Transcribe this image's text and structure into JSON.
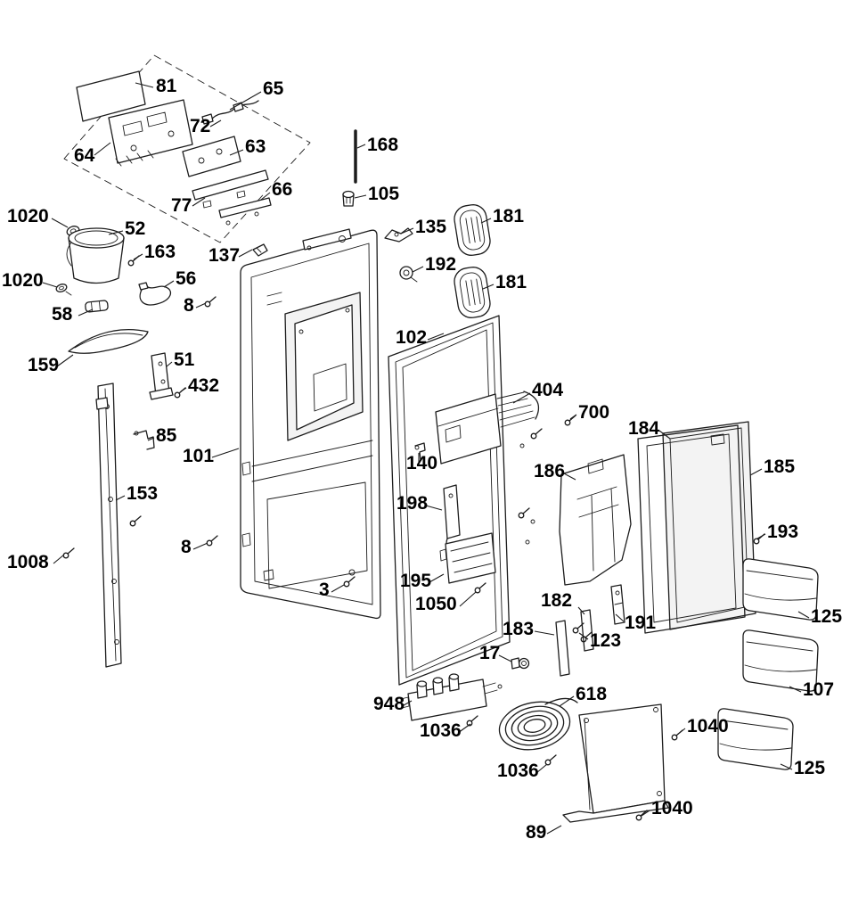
{
  "colors": {
    "background": "#ffffff",
    "line": "#1c1c1c",
    "text": "#000000"
  },
  "callouts": [
    {
      "label": "81"
    },
    {
      "label": "65"
    },
    {
      "label": "72"
    },
    {
      "label": "64"
    },
    {
      "label": "63"
    },
    {
      "label": "66"
    },
    {
      "label": "77"
    },
    {
      "label": "168"
    },
    {
      "label": "105"
    },
    {
      "label": "1020"
    },
    {
      "label": "52"
    },
    {
      "label": "135"
    },
    {
      "label": "181"
    },
    {
      "label": "163"
    },
    {
      "label": "137"
    },
    {
      "label": "192"
    },
    {
      "label": "181"
    },
    {
      "label": "1020"
    },
    {
      "label": "56"
    },
    {
      "label": "58"
    },
    {
      "label": "8"
    },
    {
      "label": "102"
    },
    {
      "label": "159"
    },
    {
      "label": "51"
    },
    {
      "label": "432"
    },
    {
      "label": "404"
    },
    {
      "label": "700"
    },
    {
      "label": "184"
    },
    {
      "label": "140"
    },
    {
      "label": "85"
    },
    {
      "label": "101"
    },
    {
      "label": "186"
    },
    {
      "label": "185"
    },
    {
      "label": "153"
    },
    {
      "label": "198"
    },
    {
      "label": "193"
    },
    {
      "label": "8"
    },
    {
      "label": "1008"
    },
    {
      "label": "182"
    },
    {
      "label": "191"
    },
    {
      "label": "125"
    },
    {
      "label": "195"
    },
    {
      "label": "1050"
    },
    {
      "label": "3"
    },
    {
      "label": "123"
    },
    {
      "label": "183"
    },
    {
      "label": "17"
    },
    {
      "label": "107"
    },
    {
      "label": "948"
    },
    {
      "label": "618"
    },
    {
      "label": "1036"
    },
    {
      "label": "1040"
    },
    {
      "label": "1036"
    },
    {
      "label": "125"
    },
    {
      "label": "89"
    },
    {
      "label": "1040"
    }
  ]
}
